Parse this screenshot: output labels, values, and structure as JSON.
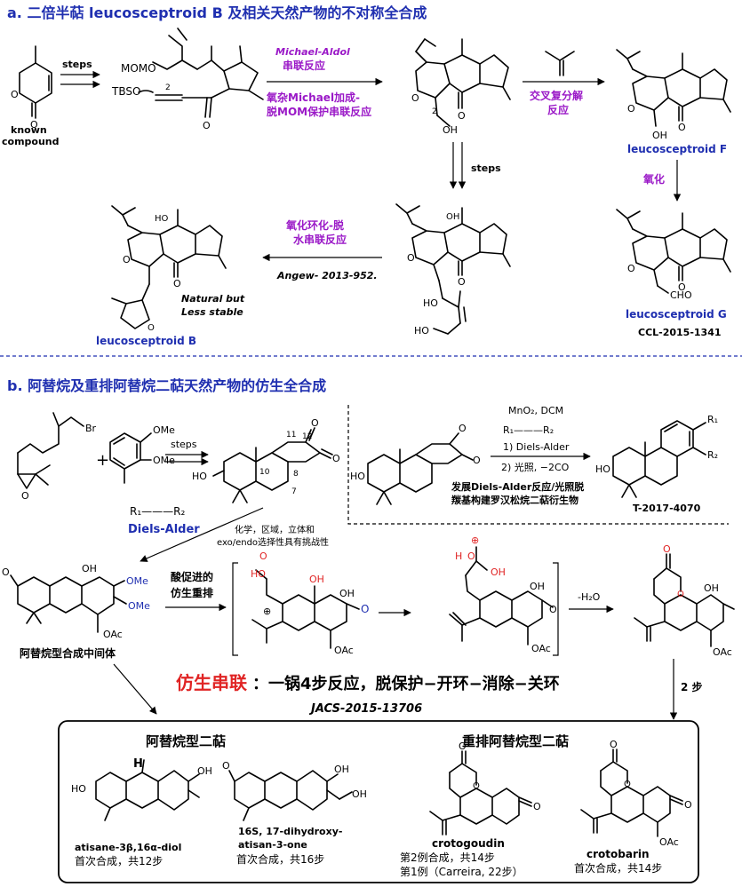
{
  "section_a": {
    "title": "a. 二倍半萜 leucosceptroid B 及相关天然产物的不对称全合成",
    "known_compound": [
      "known",
      "compound"
    ],
    "steps": "steps",
    "mom_label": "MOMO",
    "tbso_label": "TBSO",
    "subscript_2": "2",
    "reaction_1_line1": "Michael-Aldol",
    "reaction_1_line2": "串联反应",
    "reaction_2_line1": "氧杂Michael加成-",
    "reaction_2_line2": "脱MOM保护串联反应",
    "metathesis_line1": "交叉复分解",
    "metathesis_line2": "反应",
    "oh": "OH",
    "leucosceptroid_F": "leucosceptroid F",
    "oxidation": "氧化",
    "steps_down": "steps",
    "leucosceptroid_G": "leucosceptroid G",
    "ccl_ref": "CCL-2015-1341",
    "cho": "CHO",
    "oxidative_cyclization_line1": "氧化环化-脱",
    "oxidative_cyclization_line2": "水串联反应",
    "angew_ref": "Angew- 2013-952.",
    "natural_note_line1": "Natural but",
    "natural_note_line2": "Less stable",
    "leucosceptroid_B": "leucosceptroid B",
    "ho": "HO"
  },
  "section_b": {
    "title": "b. 阿替烷及重排阿替烷二萜天然产物的仿生全合成",
    "ome": "OMe",
    "br": "Br",
    "plus": "+",
    "steps": "steps",
    "alkyne_label": "R₁———R₂",
    "diels_alder": "Diels-Alder",
    "selectivity_line1": "化学，区域，立体和",
    "selectivity_line2": "exo/endo选择性具有挑战性",
    "num_11": "11",
    "num_12": "12",
    "num_10": "10",
    "num_8": "8",
    "num_7": "7",
    "ho": "HO",
    "reagent_top": "MnO₂, DCM",
    "reagent_alkyne": "R₁———R₂",
    "step1": "1) Diels-Alder",
    "step2": "2) 光照, −2CO",
    "method_line1": "发展Diels-Alder反应/光照脱",
    "method_line2": "羰基构建罗汉松烷二萜衍生物",
    "t_ref": "T-2017-4070",
    "r1": "R₁",
    "r2": "R₂",
    "intermediate_label": "阿替烷型合成中间体",
    "acid_line1": "酸促进的",
    "acid_line2": "仿生重排",
    "oac": "OAc",
    "minus_water": "-H₂O",
    "h_plus": "H",
    "two_steps": "2 步",
    "biomimetic_cascade": "仿生串联",
    "cascade_desc": "：一锅4步反应，脱保护−开环−消除−关环",
    "jacs_ref": "JACS-2015-13706",
    "atisane_header": "阿替烷型二萜",
    "rearranged_header": "重排阿替烷型二萜",
    "product1_name": "atisane-3β,16α-diol",
    "product1_note": "首次合成，共12步",
    "product2_name_line1": "16S, 17-dihydroxy-",
    "product2_name_line2": "atisan-3-one",
    "product2_note": "首次合成，共16步",
    "product3_name": "crotogoudin",
    "product3_note1": "第2例合成，共14步",
    "product3_note2": "第1例（Carreira, 22步）",
    "product4_name": "crotobarin",
    "product4_note": "首次合成，共14步",
    "oh": "OH",
    "h": "H"
  }
}
